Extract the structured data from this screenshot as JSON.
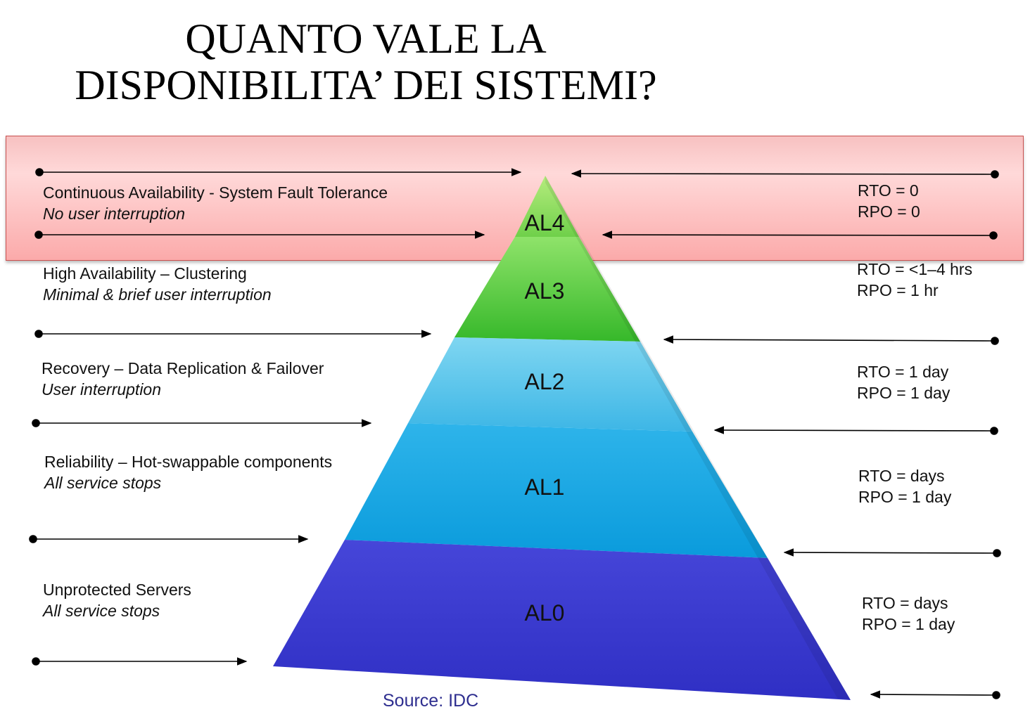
{
  "title": {
    "line1": "QUANTO VALE LA",
    "line2": "DISPONIBILITA’ DEI SISTEMI?"
  },
  "levels": [
    {
      "id": "AL4",
      "name": "Continuous Availability - System Fault Tolerance",
      "description": "No user interruption",
      "rto": "RTO = 0",
      "rpo": "RPO = 0",
      "color": "#7ed957"
    },
    {
      "id": "AL3",
      "name": "High Availability – Clustering",
      "description": "Minimal & brief user interruption",
      "rto": "RTO = <1–4 hrs",
      "rpo": "RPO = 1 hr",
      "color": "#4ccb3a"
    },
    {
      "id": "AL2",
      "name": "Recovery – Data Replication & Failover",
      "description": "User interruption",
      "rto": "RTO = 1 day",
      "rpo": "RPO = 1 day",
      "color": "#52c3ea"
    },
    {
      "id": "AL1",
      "name": "Reliability – Hot-swappable components",
      "description": "All service stops",
      "rto": "RTO = days",
      "rpo": "RPO = 1 day",
      "color": "#18a5e2"
    },
    {
      "id": "AL0",
      "name": "Unprotected Servers",
      "description": "All service stops",
      "rto": "RTO = days",
      "rpo": "RPO = 1 day",
      "color": "#3434cf"
    }
  ],
  "source": "Source: IDC"
}
